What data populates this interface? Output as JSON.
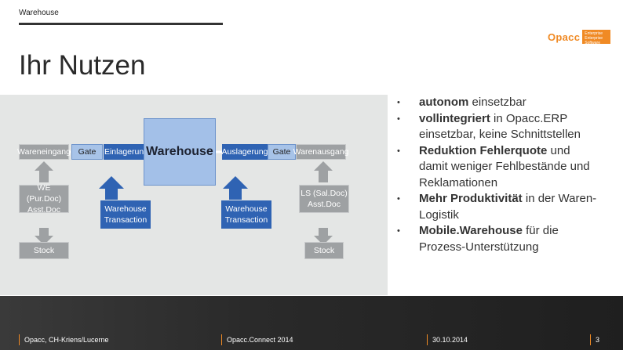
{
  "header": {
    "section": "Warehouse",
    "title": "Ihr Nutzen"
  },
  "logo": {
    "word": "Opacc",
    "tag_lines": [
      "Enterprise",
      "Enterprise",
      "Software"
    ]
  },
  "diagram": {
    "wareneingang": "Wareneingang",
    "gate_left": "Gate",
    "einlagerung": "Einlagerung",
    "warehouse": "Warehouse",
    "auslagerung": "Auslagerung",
    "gate_right": "Gate",
    "warenausgang": "Warenausgang",
    "we_doc_1": "WE (Pur.Doc)",
    "we_doc_2": "Asst.Doc",
    "ls_doc_1": "LS (Sal.Doc)",
    "ls_doc_2": "Asst.Doc",
    "wh_tx_left_1": "Warehouse",
    "wh_tx_left_2": "Transaction",
    "wh_tx_right_1": "Warehouse",
    "wh_tx_right_2": "Transaction",
    "stock_left": "Stock",
    "stock_right": "Stock"
  },
  "bullets": [
    {
      "bold": "autonom",
      "rest": " einsetzbar"
    },
    {
      "bold": "vollintegriert",
      "rest": " in Opacc.ERP einsetzbar, keine Schnittstellen"
    },
    {
      "bold": "Reduktion Fehlerquote",
      "rest": " und damit weniger Fehlbestände und Reklamationen"
    },
    {
      "bold": "Mehr Produktivität",
      "rest": " in der Waren-Logistik"
    },
    {
      "bold": "Mobile.Warehouse",
      "rest": " für die Prozess-Unterstützung"
    }
  ],
  "bullet_symbol": "•",
  "footer": {
    "company": "Opacc, CH-Kriens/Lucerne",
    "event": "Opacc.Connect 2014",
    "date": "30.10.2014",
    "page": "3"
  },
  "colors": {
    "accent": "#f08a24",
    "blue": "#2f63b3",
    "light_blue": "#a7c3e8"
  }
}
